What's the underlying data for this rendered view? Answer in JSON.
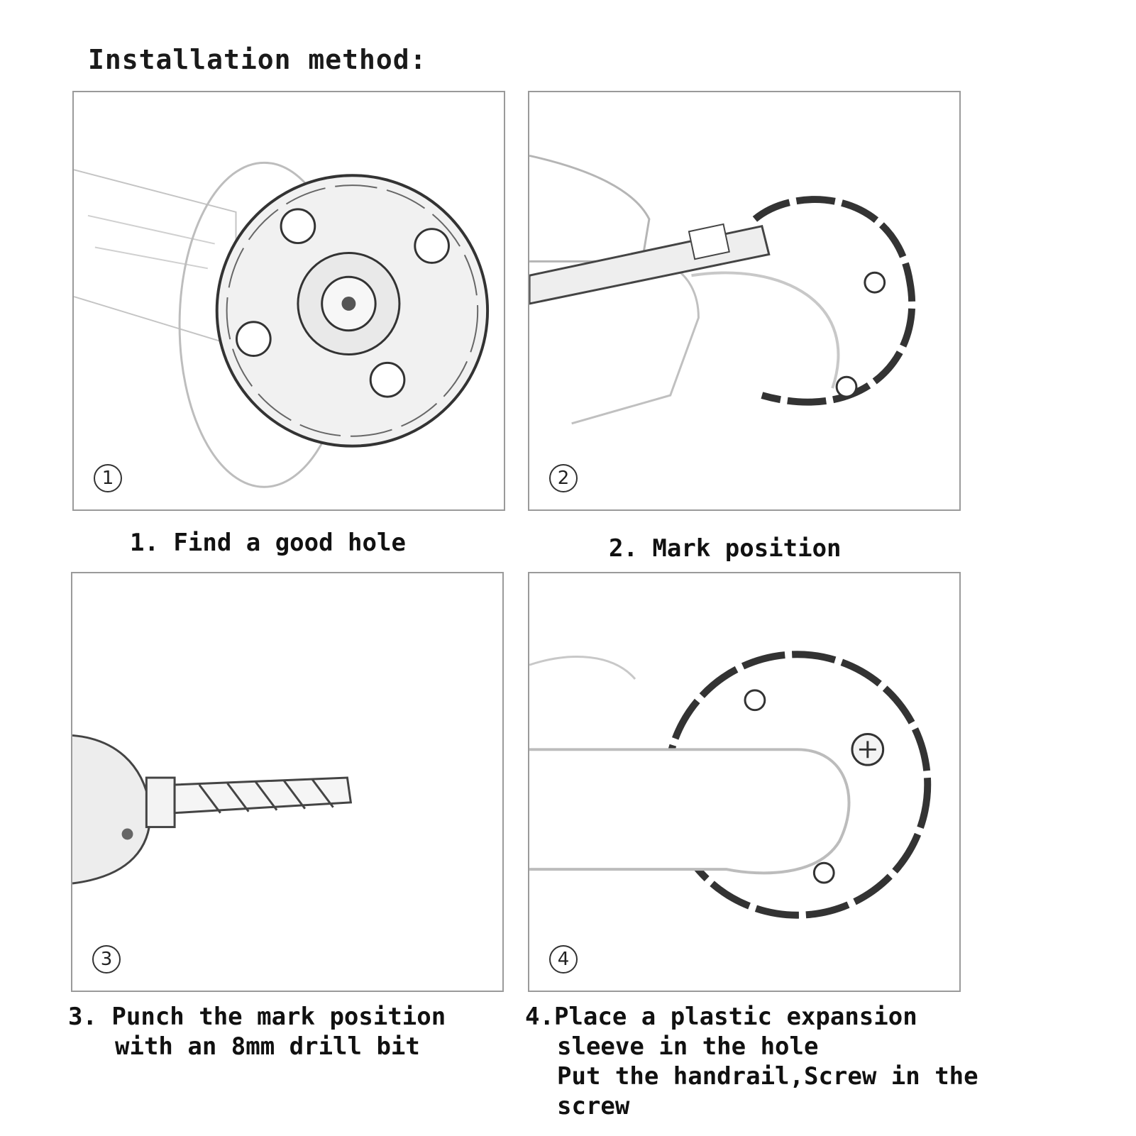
{
  "title": "Installation method:",
  "steps": [
    {
      "badge": "1",
      "caption_lines": [
        "1. Find a good hole"
      ]
    },
    {
      "badge": "2",
      "caption_lines": [
        "2. Mark position"
      ]
    },
    {
      "badge": "3",
      "caption_lines": [
        "3. Punch the mark position",
        "with an 8mm drill bit"
      ]
    },
    {
      "badge": "4",
      "caption_lines": [
        "4.Place a plastic expansion",
        "sleeve in the hole",
        "Put the handrail,Screw in the",
        "screw"
      ]
    }
  ],
  "colors": {
    "line": "#444444",
    "light_line": "#b0b0b0",
    "frame": "#9a9a9a"
  }
}
